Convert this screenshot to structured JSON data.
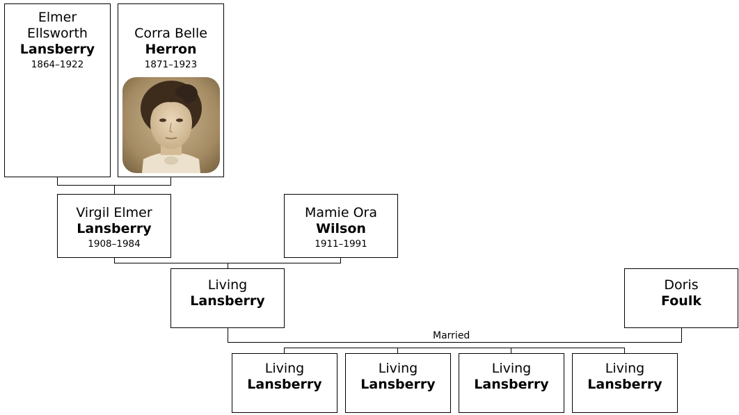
{
  "people": [
    {
      "id": "elmer",
      "given": "Elmer Ellsworth",
      "surname": "Lansberry",
      "dates": "1864–1922"
    },
    {
      "id": "corra",
      "given": "Corra Belle",
      "surname": "Herron",
      "dates": "1871–1923",
      "photo": "portrait-photo"
    },
    {
      "id": "virgil",
      "given": "Virgil Elmer",
      "surname": "Lansberry",
      "dates": "1908–1984"
    },
    {
      "id": "mamie",
      "given": "Mamie Ora",
      "surname": "Wilson",
      "dates": "1911–1991"
    },
    {
      "id": "living_parent",
      "given": "Living",
      "surname": "Lansberry"
    },
    {
      "id": "doris",
      "given": "Doris",
      "surname": "Foulk"
    },
    {
      "id": "child1",
      "given": "Living",
      "surname": "Lansberry"
    },
    {
      "id": "child2",
      "given": "Living",
      "surname": "Lansberry"
    },
    {
      "id": "child3",
      "given": "Living",
      "surname": "Lansberry"
    },
    {
      "id": "child4",
      "given": "Living",
      "surname": "Lansberry"
    }
  ],
  "marriage_label": "Married"
}
